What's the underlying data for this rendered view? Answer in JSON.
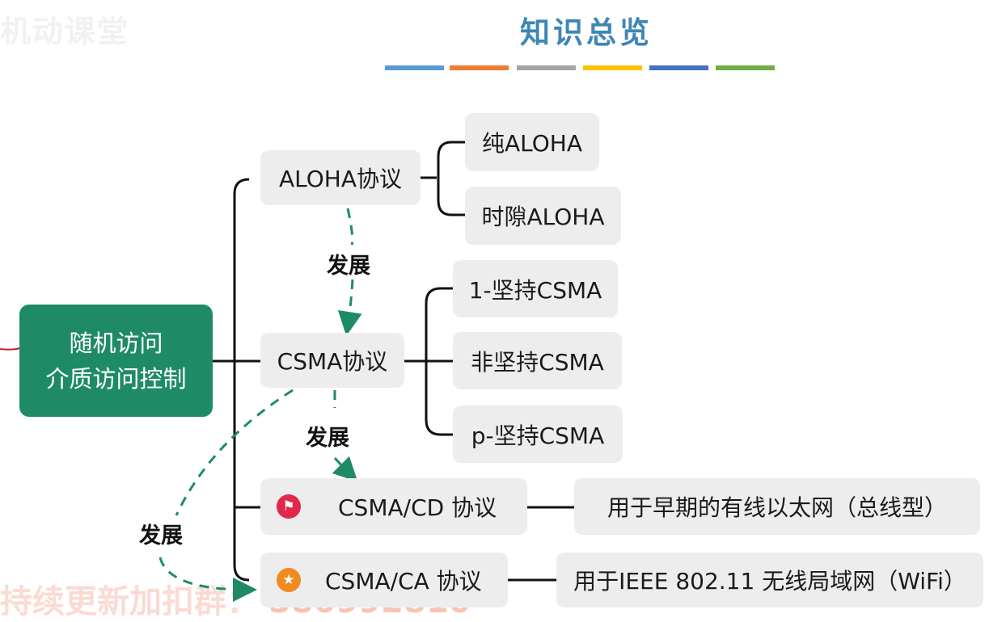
{
  "watermark_top": "机动课堂",
  "watermark_bottom": "持续更新加扣群：",
  "watermark_number": "580992810",
  "title": "知识总览",
  "color_bars": [
    "#5b9bd5",
    "#ed7d31",
    "#a5a5a5",
    "#ffc000",
    "#4472c4",
    "#70ad47"
  ],
  "root": {
    "line1": "随机访问",
    "line2": "介质访问控制"
  },
  "aloha": {
    "label": "ALOHA协议",
    "children": [
      "纯ALOHA",
      "时隙ALOHA"
    ]
  },
  "csma": {
    "label": "CSMA协议",
    "children": [
      "1-坚持CSMA",
      "非坚持CSMA",
      "p-坚持CSMA"
    ]
  },
  "csma_cd": {
    "label": "CSMA/CD 协议",
    "desc": "用于早期的有线以太网（总线型）",
    "icon": "flag-star-icon",
    "icon_color": "#e0294a"
  },
  "csma_ca": {
    "label": "CSMA/CA 协议",
    "desc": "用于IEEE 802.11 无线局域网（WiFi）",
    "icon": "star-badge-icon",
    "icon_color": "#f08a24"
  },
  "develop_labels": [
    "发展",
    "发展",
    "发展"
  ],
  "colors": {
    "accent_green": "#1f8b66",
    "title_blue": "#3e86b7",
    "underline_red": "#d6121f",
    "arrow_red": "#c8202f"
  }
}
